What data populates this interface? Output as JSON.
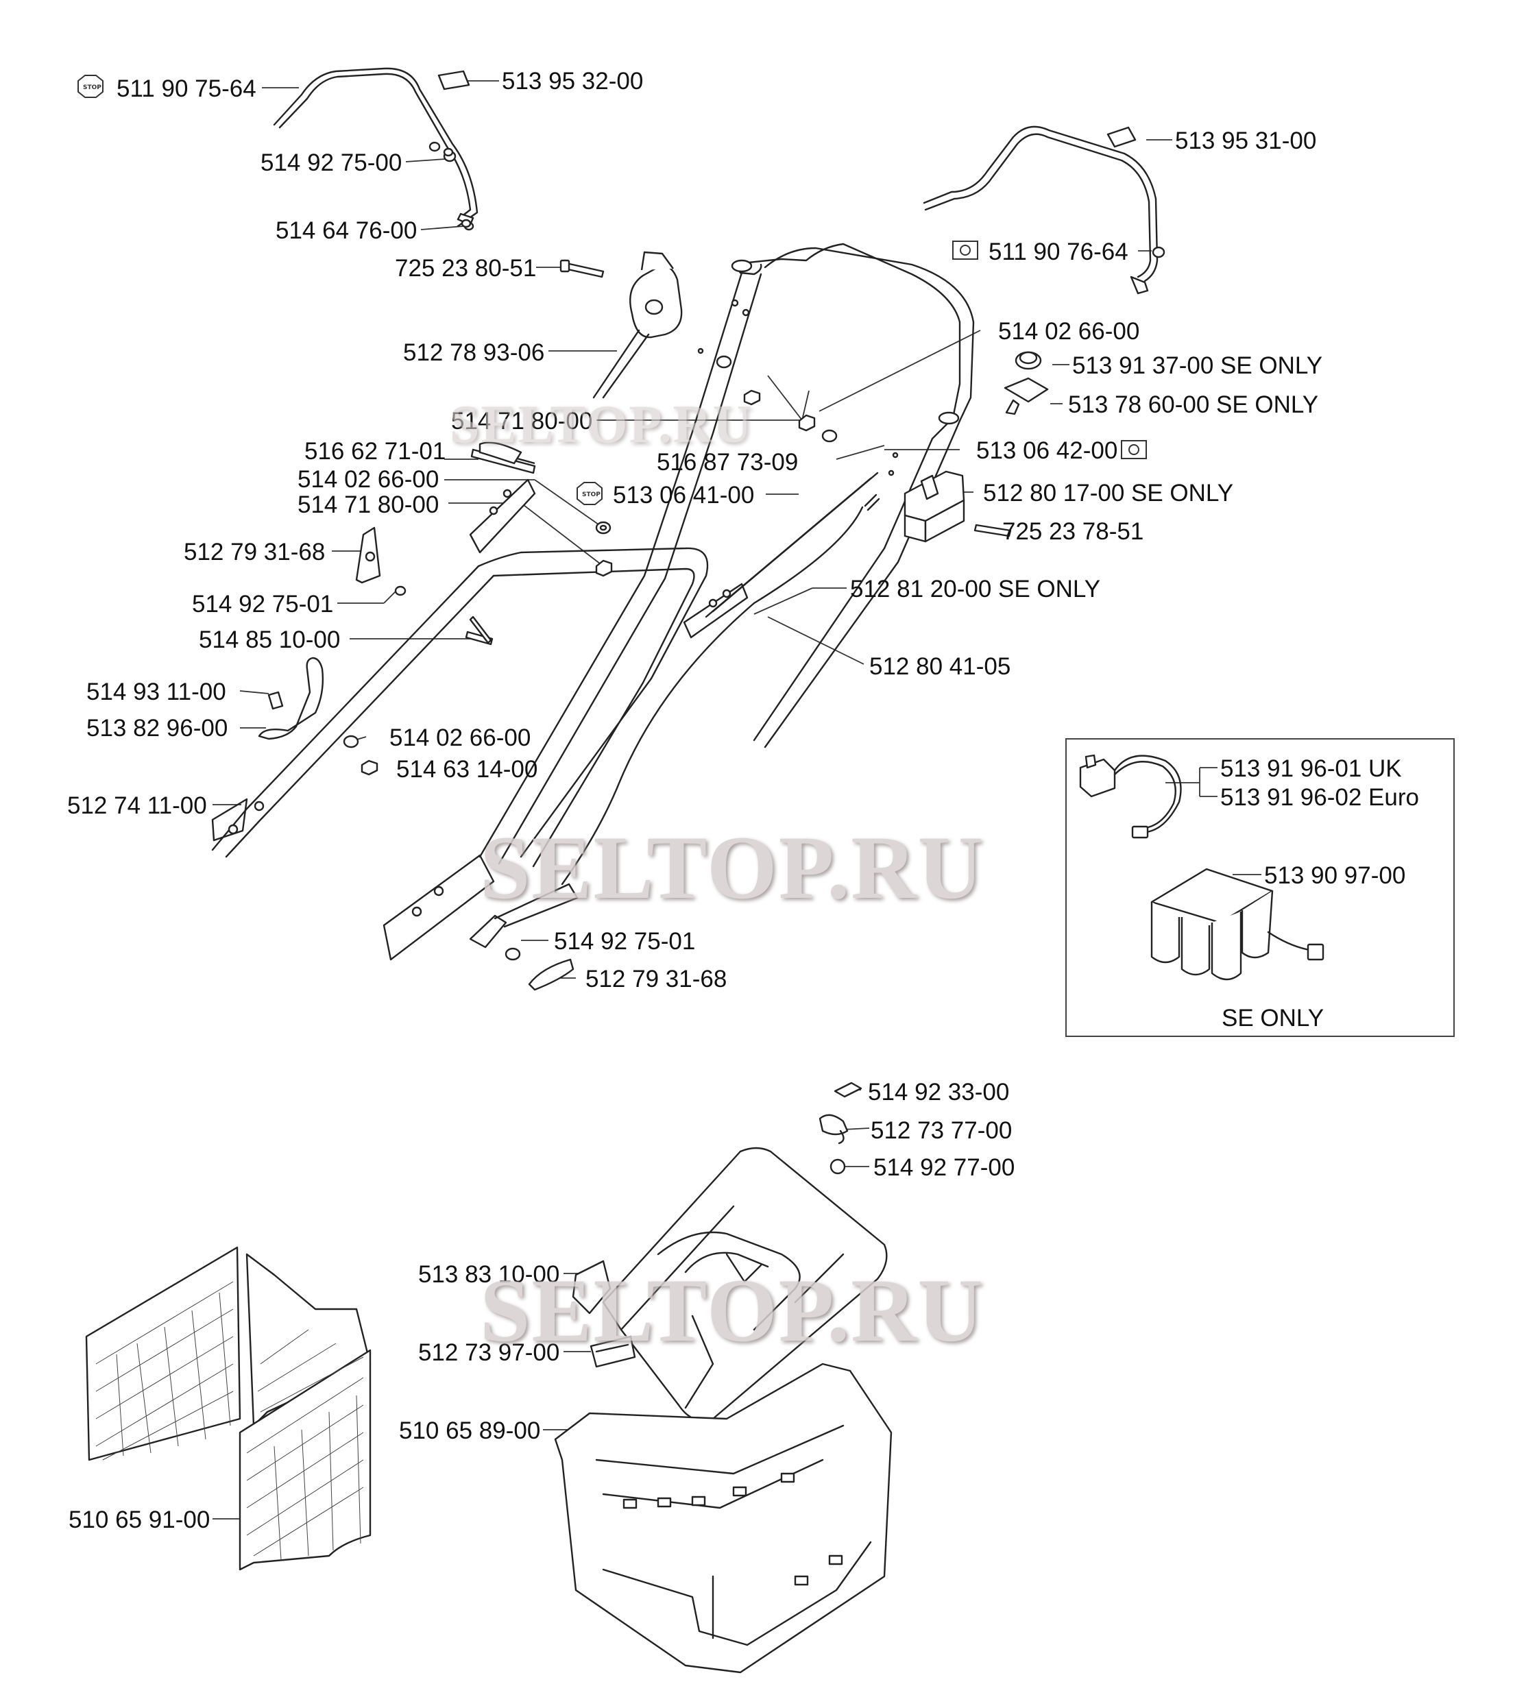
{
  "watermarks": [
    "SELTOP.RU",
    "SELTOP.RU",
    "SELTOP.RU"
  ],
  "icons": {
    "stop": "STOP",
    "key": "ignition-key-symbol"
  },
  "parts": {
    "p01": "511 90 75-64",
    "p02": "513 95 32-00",
    "p03": "514 92 75-00",
    "p04": "514 64 76-00",
    "p05": "725 23 80-51",
    "p06": "512 78 93-06",
    "p07": "514 71 80-00",
    "p08": "516 62 71-01",
    "p09": "514 02 66-00",
    "p10": "514 71 80-00",
    "p11": "512 79 31-68",
    "p12": "514 92 75-01",
    "p13": "514 85 10-00",
    "p14": "514 93 11-00",
    "p15": "513 82 96-00",
    "p16": "514 02 66-00",
    "p17": "514 63 14-00",
    "p18": "512 74 11-00",
    "p19": "513 95 31-00",
    "p20": "511 90 76-64",
    "p21": "514 02 66-00",
    "p22": "513 91 37-00 SE ONLY",
    "p23": "513 78 60-00 SE ONLY",
    "p24": "516 87 73-09",
    "p25": "513 06 42-00",
    "p26": "513 06 41-00",
    "p27": "512 80 17-00 SE ONLY",
    "p28": "725 23 78-51",
    "p29": "512 81 20-00 SE ONLY",
    "p30": "512 80 41-05",
    "p31": "514 92 75-01",
    "p32": "512 79 31-68",
    "p33": "514 92 33-00",
    "p34": "512 73 77-00",
    "p35": "514 92 77-00",
    "p36": "513 83 10-00",
    "p37": "512 73 97-00",
    "p38": "510 65 89-00",
    "p39": "510 65 91-00"
  },
  "inset": {
    "charger_uk": "513 91 96-01 UK",
    "charger_euro": "513 91 96-02 Euro",
    "battery": "513 90 97-00",
    "note": "SE ONLY"
  }
}
